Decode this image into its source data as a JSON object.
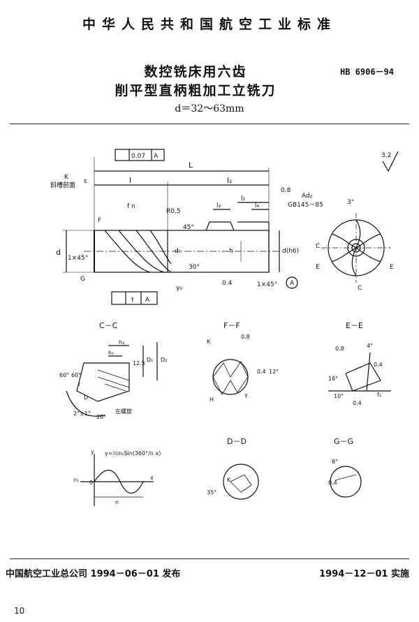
{
  "header": {
    "title": "中华人民共和国航空工业标准"
  },
  "doc": {
    "title_line1": "数控铣床用六齿",
    "title_line2": "削平型直柄粗加工立铣刀",
    "subtitle": "d＝32～63mm",
    "standard_no": "HB 6906－94"
  },
  "drawing": {
    "roughness": "3.2",
    "tol_top": "0.07",
    "datum_top": "A",
    "label_K": "K",
    "label_helix": "斜槽前面",
    "label_e": "ε",
    "dim_L": "L",
    "dim_l": "l",
    "dim_l1": "l₁",
    "dim_l2": "l₂",
    "dim_l3": "l₃",
    "dim_l4": "l₄",
    "ref_ad2": "Ad₂",
    "ref_gb": "GB145－85",
    "val_08": "0.8",
    "angle_3": "3°",
    "lbl_F": "F",
    "lbl_fn": "f\nn",
    "lbl_R05": "R0.5",
    "lbl_45": "45°",
    "lbl_d": "d",
    "lbl_chamfer": "1×45°",
    "lbl_d1": "d₁",
    "lbl_h": "h",
    "lbl_dh6": "d(h6)",
    "lbl_30": "30°",
    "lbl_04": "0.4",
    "lbl_chamfer2": "1×45°",
    "lbl_datumA": "A",
    "lbl_G": "G",
    "lbl_gamma0": "γ₀",
    "frame_t": "t",
    "frame_A": "A",
    "lbl_C": "C",
    "lbl_E": "E",
    "sec_CC": "C－C",
    "sec_FF": "F－F",
    "sec_EE": "E－E",
    "sec_DD": "D－D",
    "sec_GG": "G－G",
    "cc_h2": "h₂",
    "cc_h1": "h₁",
    "cc_D": "D",
    "cc_D1": "D₁",
    "cc_D2": "D₂",
    "cc_60a": "60°",
    "cc_60b": "60°",
    "cc_r": "r",
    "cc_125": "12.5",
    "cc_21": "2°±1°",
    "cc_20": "20°",
    "cc_left": "左螺旋",
    "ff_K": "K",
    "ff_08": "0.8",
    "ff_04": "0.4",
    "ff_12": "12°",
    "ff_H": "H",
    "ff_Y": "Y",
    "ee_08": "0.8",
    "ee_4": "4°",
    "ee_16": "16°",
    "ee_04a": "0.4",
    "ee_10": "10°",
    "ee_04b": "0.4",
    "ee_fz": "f₂",
    "sine_y": "y",
    "sine_eq": "y=½n₁Sin(360°/n x)",
    "sine_x": "x",
    "sine_n1": "n₁",
    "sine_n": "n",
    "sine_0": "0",
    "dd_35": "35°",
    "dd_K": "K",
    "gg_8": "8°",
    "gg_04": "0.4"
  },
  "footer": {
    "issuer": "中国航空工业总公司 1994－06－01 发布",
    "effective": "1994－12－01 实施",
    "page": "10"
  }
}
